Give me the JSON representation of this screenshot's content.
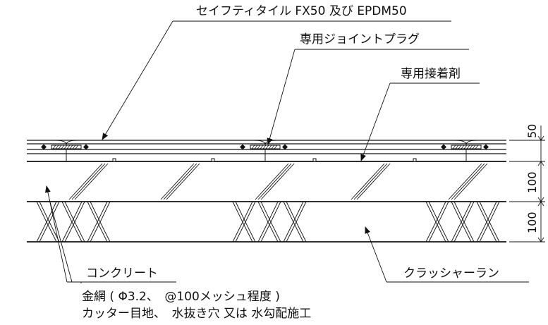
{
  "labels": {
    "tile": "セイフティタイル FX50 及び EPDM50",
    "plug": "専用ジョイントプラグ",
    "adhesive": "専用接着剤",
    "concrete": "コンクリート",
    "crusher": "クラッシャーラン",
    "mesh": "金網 ( Φ3.2、　@100メッシュ程度 )",
    "joint": "カッター目地、　水抜き穴 又は 水勾配施工"
  },
  "dimensions": {
    "tile_thickness": "50",
    "concrete_thickness": "100",
    "crusher_thickness": "100"
  }
}
